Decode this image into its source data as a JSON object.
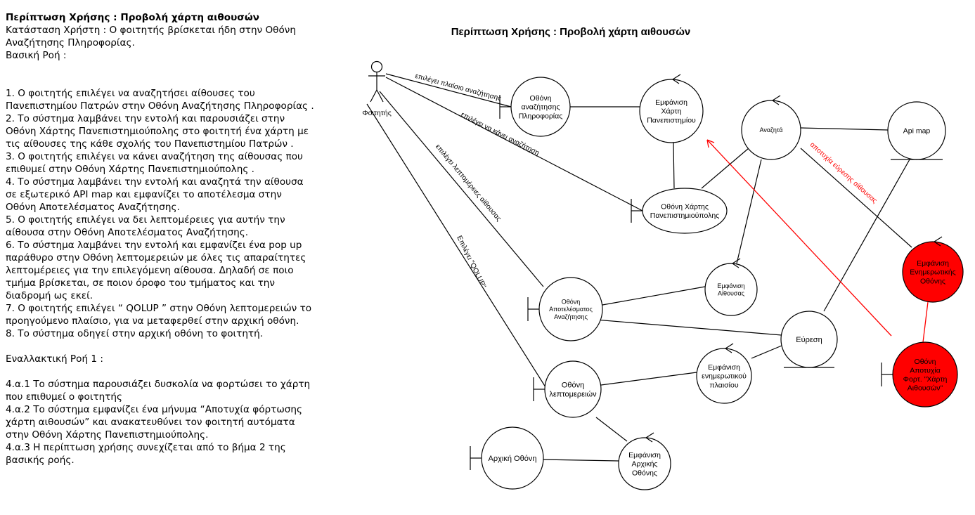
{
  "document": {
    "title": "Περίπτωση Χρήσης : Προβολή χάρτη αιθουσών",
    "precondition": "Κατάσταση Χρήστη : Ο φοιτητής βρίσκεται ήδη στην Οθόνη Αναζήτησης Πληροφορίας.",
    "basic_flow_heading": "Βασική Ροή  :",
    "steps": [
      "1. Ο φοιτητής επιλέγει να αναζητήσει αίθουσες του Πανεπιστημίου Πατρών στην Οθόνη Αναζήτησης Πληροφορίας .",
      "2. Το σύστημα λαμβάνει την εντολή και παρουσιάζει στην Οθόνη Χάρτης Πανεπιστημιούπολης στο φοιτητή ένα χάρτη με τις αίθουσες της κάθε σχολής του Πανεπιστημίου Πατρών .",
      "3. Ο φοιτητής επιλέγει να κάνει αναζήτηση της αίθουσας που επιθυμεί στην Οθόνη Χάρτης Πανεπιστημιούπολης .",
      "4. Το σύστημα λαμβάνει την εντολή και αναζητά την αίθουσα σε εξωτερικό  API map και εμφανίζει το αποτέλεσμα στην Οθόνη Αποτελέσματος Αναζήτησης.",
      "5. Ο φοιτητής επιλέγει να δει λεπτομέρειες για αυτήν την αίθουσα στην Οθόνη Αποτελέσματος Αναζήτησης.",
      "6. Το σύστημα λαμβάνει την εντολή και εμφανίζει ένα pop up παράθυρο στην Οθόνη λεπτομερειών με όλες τις απαραίτητες λεπτομέρειες για την επιλεγόμενη αίθουσα. Δηλαδή σε ποιο τμήμα βρίσκεται, σε ποιον όροφο του τμήματος και την διαδρομή ως εκεί.",
      "7. Ο φοιτητής επιλέγει “ QOLUP  ” στην Οθόνη λεπτομερειών το προηγούμενο πλαίσιο,  για να μεταφερθεί στην αρχική οθόνη.",
      "8. Το σύστημα οδηγεί στην αρχική οθόνη το φοιτητή."
    ],
    "alt_flow_heading": "Εναλλακτική Ροή 1 :",
    "alt_steps": [
      "4.α.1 Το σύστημα παρουσιάζει δυσκολία να φορτώσει το χάρτη που επιθυμεί ο φοιτητής",
      "4.α.2 Το σύστημα εμφανίζει ένα μήνυμα “Αποτυχία φόρτωσης χάρτη αιθουσών” και ανακατευθύνει τον φοιτητή αυτόματα στην Οθόνη Χάρτης Πανεπιστημιούπολης.",
      "4.α.3 Η περίπτωση χρήσης συνεχίζεται από το βήμα 2 της βασικής ροής."
    ]
  },
  "diagram": {
    "title": "Περίπτωση Χρήσης : Προβολή χάρτη αιθουσών",
    "actor": "Φοιτητής",
    "nodes": {
      "info_search": [
        "Οθόνη",
        "αναζήτησης",
        "Πληροφορίας"
      ],
      "show_map": [
        "Εμφάνιση",
        "Χάρτη",
        "Πανεπιστημίου"
      ],
      "search_ctrl": [
        "Αναζητά"
      ],
      "api_map": [
        "Api map"
      ],
      "campus_map": [
        "Οθόνη Χάρτης",
        "Πανεπιστημιούπολης"
      ],
      "show_room": [
        "Εμφάνιση",
        "Αίθουσας"
      ],
      "results": [
        "Οθόνη",
        "Αποτελέσματος",
        "Αναζήτησης"
      ],
      "find": [
        "Εύρεση"
      ],
      "show_popup": [
        "Εμφάνιση",
        "ενημερωτικού",
        "πλαισίου"
      ],
      "details": [
        "Οθόνη",
        "λεπτομερειών"
      ],
      "home": [
        "Αρχική Οθόνη"
      ],
      "show_home": [
        "Εμφάνιση",
        "Αρχικής",
        "Οθόνης"
      ],
      "show_notice": [
        "Εμφάνιση",
        "Ενημερωτικής",
        "Οθόνης"
      ],
      "fail_screen": [
        "Οθόνη",
        "Αποτυχία",
        "Φορτ. \"Χάρτη",
        "Αιθουσών\""
      ]
    },
    "edge_labels": {
      "e1": "επιλέγει πλαίσιο αναζήτησης",
      "e2": "επιλέγει να κάνει αναζήτηση",
      "e3": "επιλέγει λεπτομέρειες αίθουσας",
      "e4": "Επιλέγει \"QOLUP\"",
      "e5": "αποτυχία εύρεσης αίθουσας"
    },
    "colors": {
      "line": "#000000",
      "alt_flow": "#ff0000",
      "alt_fill": "#ff0000",
      "node_fill": "#ffffff"
    }
  }
}
